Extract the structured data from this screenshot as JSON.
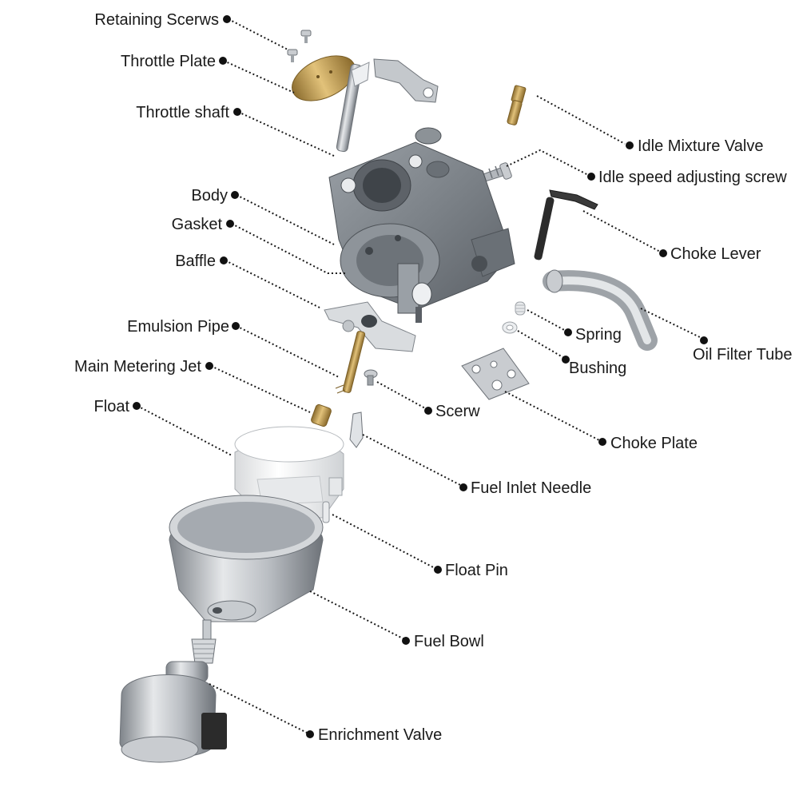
{
  "callouts": {
    "retaining_screws": "Retaining Scerws",
    "throttle_plate": "Throttle Plate",
    "throttle_shaft": "Throttle shaft",
    "body": "Body",
    "gasket": "Gasket",
    "baffle": "Baffle",
    "emulsion_pipe": "Emulsion Pipe",
    "main_metering_jet": "Main Metering Jet",
    "float": "Float",
    "idle_mixture_valve": "Idle Mixture Valve",
    "idle_speed_adjusting_screw": "Idle speed adjusting screw",
    "choke_lever": "Choke Lever",
    "oil_filter_tube": "Oil Filter Tube",
    "spring": "Spring",
    "bushing": "Bushing",
    "screw": "Scerw",
    "choke_plate": "Choke Plate",
    "fuel_inlet_needle": "Fuel Inlet Needle",
    "float_pin": "Float Pin",
    "fuel_bowl": "Fuel Bowl",
    "enrichment_valve": "Enrichment Valve"
  },
  "colors": {
    "body_gray": "#7d8389",
    "body_dark": "#5a5f65",
    "brass": "#b8964e",
    "steel": "#c9ccd0",
    "steel_dark": "#8e9399",
    "float_white": "#f2f3f4",
    "black_part": "#2b2b2b",
    "label": "#1a1a1a"
  }
}
